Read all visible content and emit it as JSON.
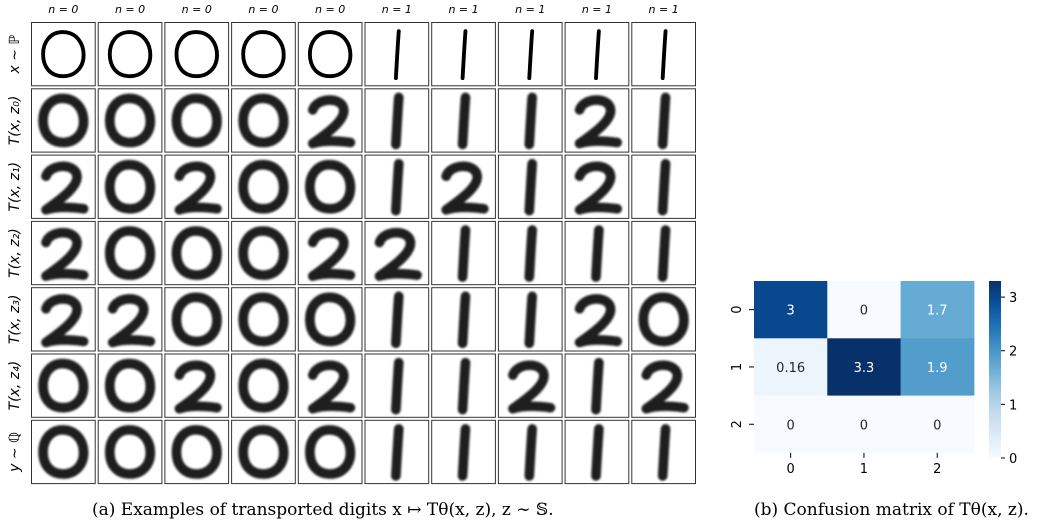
{
  "grid": {
    "column_labels": [
      "n = 0",
      "n = 0",
      "n = 0",
      "n = 0",
      "n = 0",
      "n = 1",
      "n = 1",
      "n = 1",
      "n = 1",
      "n = 1"
    ],
    "row_labels": [
      "x ∼ ℙ",
      "T(x, z₀)",
      "T(x, z₁)",
      "T(x, z₂)",
      "T(x, z₃)",
      "T(x, z₄)",
      "y ∼ ℚ"
    ],
    "digits": [
      [
        "0",
        "0",
        "0",
        "0",
        "0",
        "1",
        "1",
        "1",
        "1",
        "1"
      ],
      [
        "0",
        "0",
        "0",
        "0",
        "2",
        "1",
        "1",
        "1",
        "2",
        "1"
      ],
      [
        "2",
        "0",
        "2",
        "0",
        "0",
        "1",
        "2",
        "1",
        "2",
        "1"
      ],
      [
        "2",
        "0",
        "0",
        "0",
        "2",
        "2",
        "1",
        "1",
        "1",
        "1"
      ],
      [
        "2",
        "2",
        "0",
        "0",
        "0",
        "1",
        "1",
        "1",
        "2",
        "0"
      ],
      [
        "0",
        "0",
        "2",
        "0",
        "2",
        "1",
        "1",
        "2",
        "1",
        "2"
      ],
      [
        "0",
        "0",
        "0",
        "0",
        "0",
        "1",
        "1",
        "1",
        "1",
        "1"
      ]
    ]
  },
  "captions": {
    "a": "(a) Examples of transported digits x ↦ Tθ(x, z), z ∼ 𝕊.",
    "b": "(b) Confusion matrix of Tθ(x, z)."
  },
  "chart_data": {
    "type": "heatmap",
    "x_categories": [
      "0",
      "1",
      "2"
    ],
    "y_categories": [
      "0",
      "1",
      "2"
    ],
    "values": [
      [
        3,
        0,
        1.7
      ],
      [
        0.16,
        3.3,
        1.9
      ],
      [
        0,
        0,
        0
      ]
    ],
    "value_labels": [
      [
        "3",
        "0",
        "1.7"
      ],
      [
        "0.16",
        "3.3",
        "1.9"
      ],
      [
        "0",
        "0",
        "0"
      ]
    ],
    "colorbar_ticks": [
      0,
      1,
      2,
      3
    ],
    "colorbar_tick_labels": [
      "0",
      "1",
      "2",
      "3"
    ],
    "vmin": 0,
    "vmax": 3.3,
    "colormap": "Blues",
    "colors": {
      "low": "#f7fbff",
      "high": "#08306b"
    }
  }
}
